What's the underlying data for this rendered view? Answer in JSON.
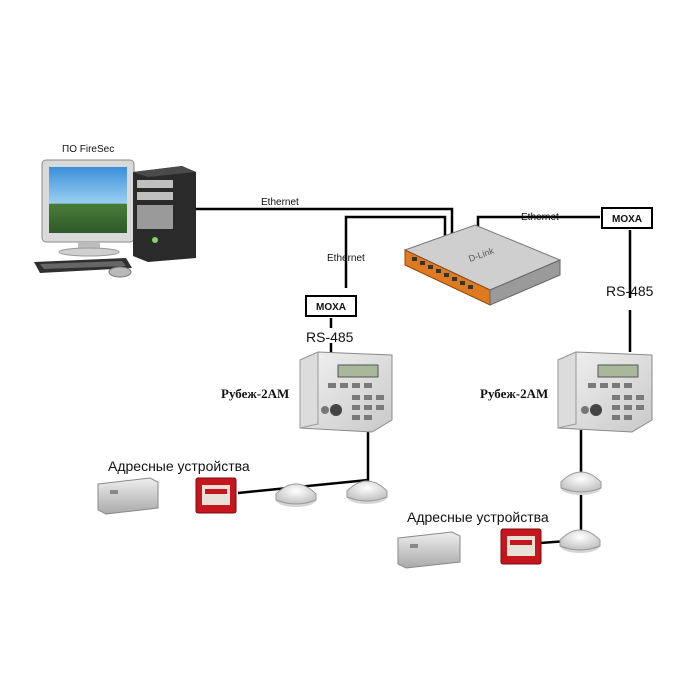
{
  "pc": {
    "label": "ПО FireSec"
  },
  "links": {
    "ethernet_pc": "Ethernet",
    "ethernet_left": "Ethernet",
    "ethernet_right": "Ethernet",
    "rs485_left": "RS-485",
    "rs485_right": "RS-485"
  },
  "moxa": {
    "left": "MOXA",
    "right": "MOXA"
  },
  "switch": {
    "brand": "D-Link"
  },
  "panels": {
    "left": "Рубеж-2АМ",
    "right": "Рубеж-2АМ"
  },
  "devices": {
    "left_label": "Адресные устройства",
    "right_label": "Адресные устройства"
  },
  "colors": {
    "line": "#000000",
    "switch_orange": "#e07a1f",
    "alarm_red": "#c4161c"
  }
}
